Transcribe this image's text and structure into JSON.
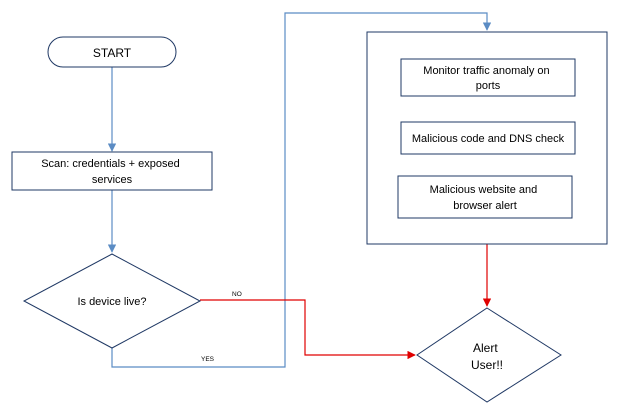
{
  "nodes": {
    "start": "START",
    "scan": [
      "Scan: credentials + exposed",
      "services"
    ],
    "decision": "Is device live?",
    "monitor": [
      "Monitor traffic anomaly on",
      "ports"
    ],
    "malcode": "Malicious code and DNS check",
    "malweb": [
      "Malicious website and",
      "browser alert"
    ],
    "alert": [
      "Alert",
      "User!!"
    ]
  },
  "edges": {
    "no_label": "NO",
    "yes_label": "YES"
  },
  "colors": {
    "node_border": "#1F3864",
    "connector_blue": "#5B8CC4",
    "connector_red": "#E00000"
  }
}
